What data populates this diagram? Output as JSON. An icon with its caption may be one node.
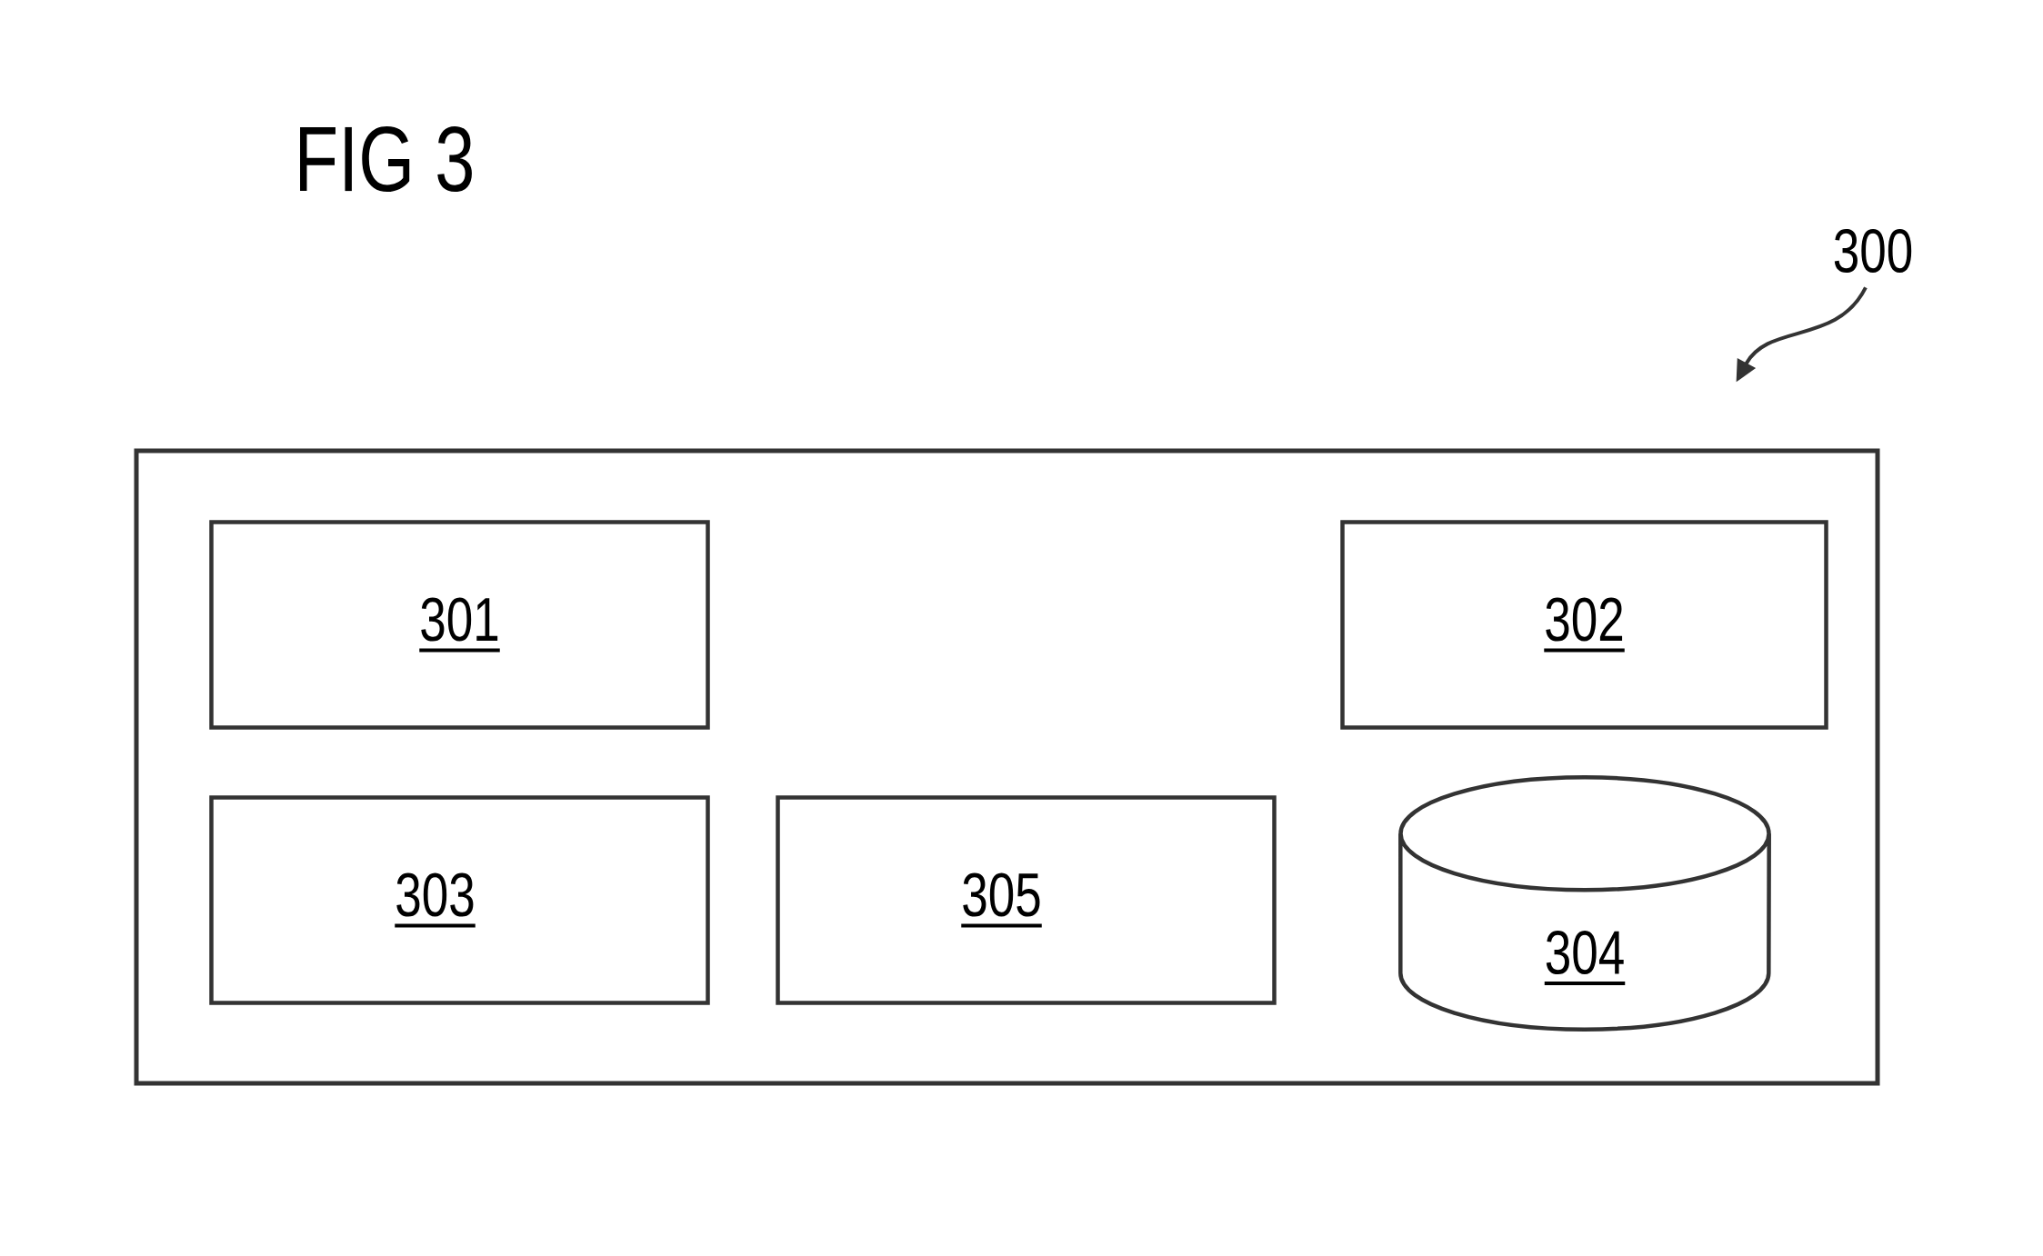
{
  "diagram": {
    "title": "FIG 3",
    "nodes": [
      {
        "text": [],
        "shape": "box"
      },
      {
        "text": [
          "301"
        ],
        "in": 0
      },
      {
        "text": [
          "302"
        ],
        "in": 0
      },
      {
        "text": [
          "303"
        ],
        "in": 0
      },
      {
        "text": [
          "305"
        ],
        "in": 0
      },
      {
        "text": [
          "304"
        ],
        "in": 0
      },
      {
        "text": [
          "300"
        ]
      }
    ],
    "edges": [
      {
        "from": 6,
        "to": 0,
        "arrow": "to"
      }
    ]
  }
}
